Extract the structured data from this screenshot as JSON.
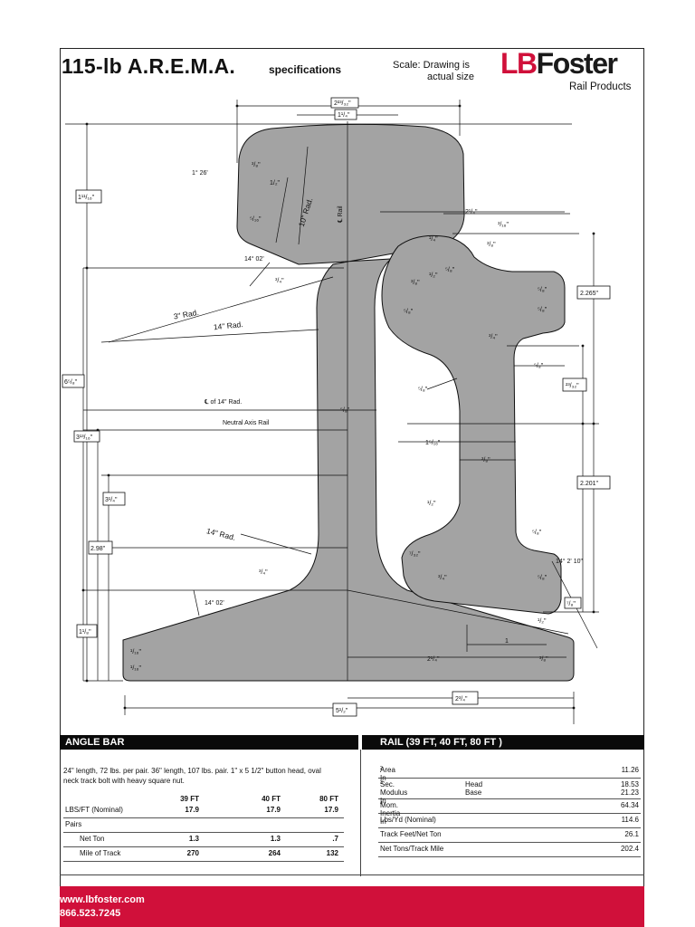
{
  "header": {
    "title": "115-lb A.R.E.M.A.",
    "subtitle": "specifications",
    "scale_line1": "Scale:  Drawing is",
    "scale_line2": "actual size",
    "logo_lb": "LB",
    "logo_foster": "Foster",
    "logo_sub": "Rail Products"
  },
  "drawing_labels": {
    "head_width": "2²³/₃₂\"",
    "top_width": "1¹/₄\"",
    "angle_1": "1° 26'",
    "dim_3_8": "³/₈\"",
    "dim_1_2": "1/₂\"",
    "dim_5_16": "⁵/₁₆\"",
    "ten_rad": "10\" Rad.",
    "rail_cl": "℄ Rail",
    "head_depth": "1¹¹/₁₆\"",
    "angle_2": "14° 02'",
    "dim_3_4a": "³/₄\"",
    "three_rad": "3\" Rad.",
    "fourteen_rad": "14\" Rad.",
    "rail_height": "6⁵/₈\"",
    "cl_14_rad": "℄ of 14\" Rad.",
    "web_thick": "⁵/₈\"",
    "neutral_axis": "Neutral Axis Rail",
    "na_height": "3¹³/₁₆\"",
    "dim_3_1_4": "3¹/₄\"",
    "dim_2_98": "2.98\"",
    "fourteen_rad_2": "14\" Rad.",
    "dim_3_4b": "³/₄\"",
    "angle_3": "14° 02'",
    "base_height": "1¹/₈\"",
    "toe_1": "¹/₁₆\"",
    "toe_2": "¹/₁₆\"",
    "bar_2_1_4": "2¹/₄\"",
    "bar_3_16": "³/₁₆\"",
    "bar_1_4": "¹/₄\"",
    "bar_3_8a": "³/₈\"",
    "bar_1_2": "¹/₂\"",
    "bar_5_8a": "⁵/₈\"",
    "bar_3_8b": "³/₈\"",
    "bar_2_265": "2.265\"",
    "bar_5_8b": "⁵/₈\"",
    "bar_5_8c": "⁵/₈\"",
    "bar_5_8d": "⁵/₈\"",
    "bar_3_4": "³/₄\"",
    "bar_23_32": "²³/₃₂\"",
    "bar_1_5_16": "1⁵/₁₆\"",
    "bar_3_8c": "³/₈\"",
    "bar_2_201": "2.201\"",
    "bar_1_2b": "¹/₂\"",
    "bar_5_8e": "⁵/₈\"",
    "bar_7_32": "⁷/₃₂\"",
    "bar_3_4b": "³/₄\"",
    "angle_4": "14° 2' 10\"",
    "bar_5_8f": "⁵/₈\"",
    "bar_7_8": "⁷/₈\"",
    "bar_1_2c": "¹/₂\"",
    "dim_1": "1",
    "half_base": "2¹/₄\"",
    "bar_3_8d": "³/₈\"",
    "base_half_2": "2³/₄\"",
    "base_width": "5¹/₂\""
  },
  "angle_bar": {
    "heading": "ANGLE BAR",
    "description": "24\" length, 72 lbs. per pair. 36\" length, 107 lbs. pair. 1\" x 5 1/2\" button head, oval neck track bolt with heavy square nut.",
    "columns": [
      "",
      "39 FT",
      "40 FT",
      "80 FT"
    ],
    "rows": [
      {
        "label": "LBS/FT (Nominal)",
        "v1": "17.9",
        "v2": "17.9",
        "v3": "17.9"
      },
      {
        "label": "Pairs",
        "v1": "",
        "v2": "",
        "v3": ""
      },
      {
        "label": "Net Ton",
        "v1": "1.3",
        "v2": "1.3",
        "v3": ".7"
      },
      {
        "label": "Mile of Track",
        "v1": "270",
        "v2": "264",
        "v3": "132"
      }
    ]
  },
  "rail": {
    "heading": "RAIL (39 FT, 40 FT, 80 FT )",
    "area_label": "Area In",
    "area_value": "11.26",
    "secmod_label": "Sec. Modulus In",
    "head_label": "Head",
    "head_value": "18.53",
    "base_label": "Base",
    "base_value": "21.23",
    "mom_label": "Mom. Inertia In",
    "mom_value": "64.34",
    "lbs_label": "Lbs/Yd (Nominal)",
    "lbs_value": "114.6",
    "feet_label": "Track Feet/Net Ton",
    "feet_value": "26.1",
    "tons_label": "Net Tons/Track Mile",
    "tons_value": "202.4",
    "sup2": "2",
    "sup3": "3",
    "sup4": "4"
  },
  "footer": {
    "url": "www.lbfoster.com",
    "phone": "866.523.7245"
  },
  "colors": {
    "brand_red": "#d0103a",
    "profile_gray": "#a3a3a3",
    "band_black": "#0a0a0a"
  }
}
